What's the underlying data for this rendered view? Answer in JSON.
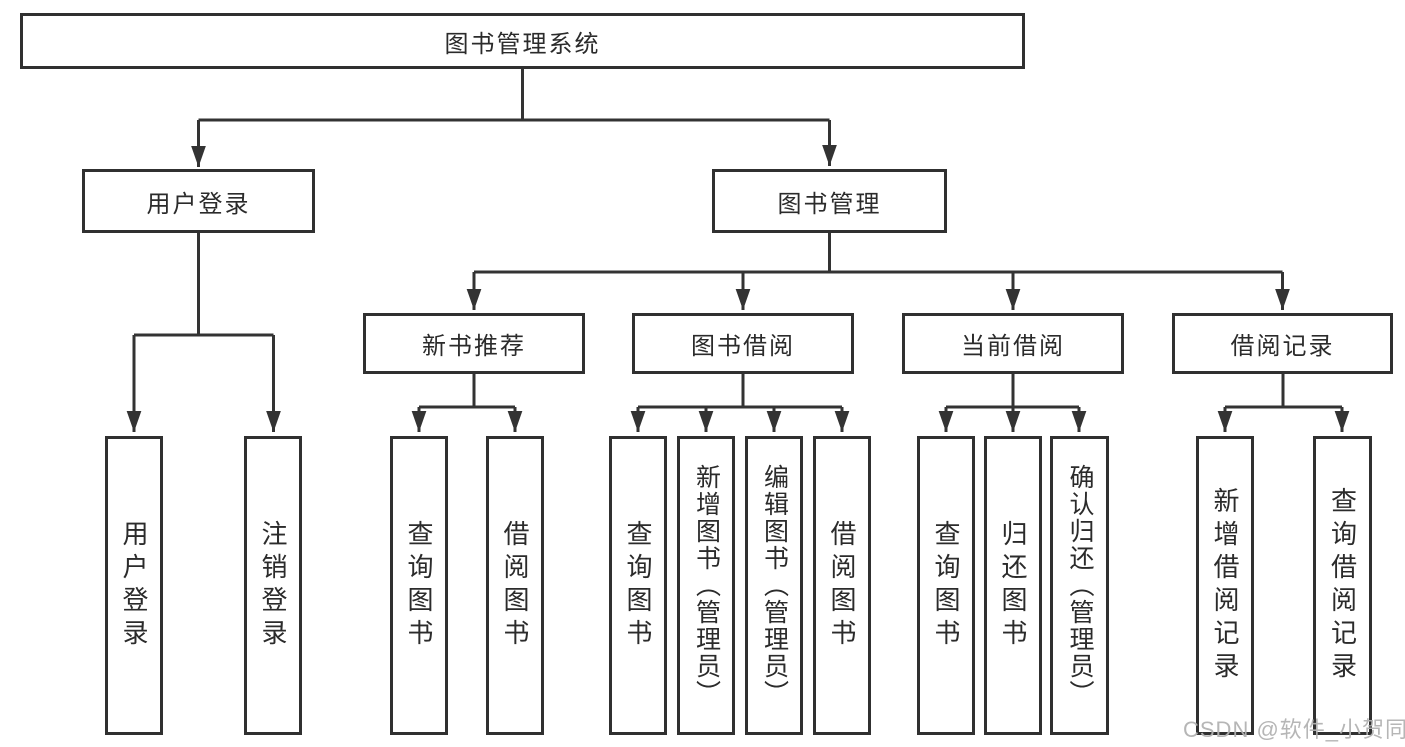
{
  "diagram": {
    "title": "图书管理系统",
    "tree": {
      "label": "图书管理系统",
      "children": [
        {
          "label": "用户登录",
          "children": [
            {
              "label": "用户登录"
            },
            {
              "label": "注销登录"
            }
          ]
        },
        {
          "label": "图书管理",
          "children": [
            {
              "label": "新书推荐",
              "children": [
                {
                  "label": "查询图书"
                },
                {
                  "label": "借阅图书"
                }
              ]
            },
            {
              "label": "图书借阅",
              "children": [
                {
                  "label": "查询图书"
                },
                {
                  "label": "新增图书（管理员）"
                },
                {
                  "label": "编辑图书（管理员）"
                },
                {
                  "label": "借阅图书"
                }
              ]
            },
            {
              "label": "当前借阅",
              "children": [
                {
                  "label": "查询图书"
                },
                {
                  "label": "归还图书"
                },
                {
                  "label": "确认归还（管理员）"
                }
              ]
            },
            {
              "label": "借阅记录",
              "children": [
                {
                  "label": "新增借阅记录"
                },
                {
                  "label": "查询借阅记录"
                }
              ]
            }
          ]
        }
      ]
    }
  },
  "watermark": {
    "text": "CSDN @软件_小贺同学",
    "color": "#b2b2b2"
  },
  "colors": {
    "line": "#333333",
    "box_border": "#303030",
    "text": "#2b2b2b",
    "background": "#ffffff"
  }
}
